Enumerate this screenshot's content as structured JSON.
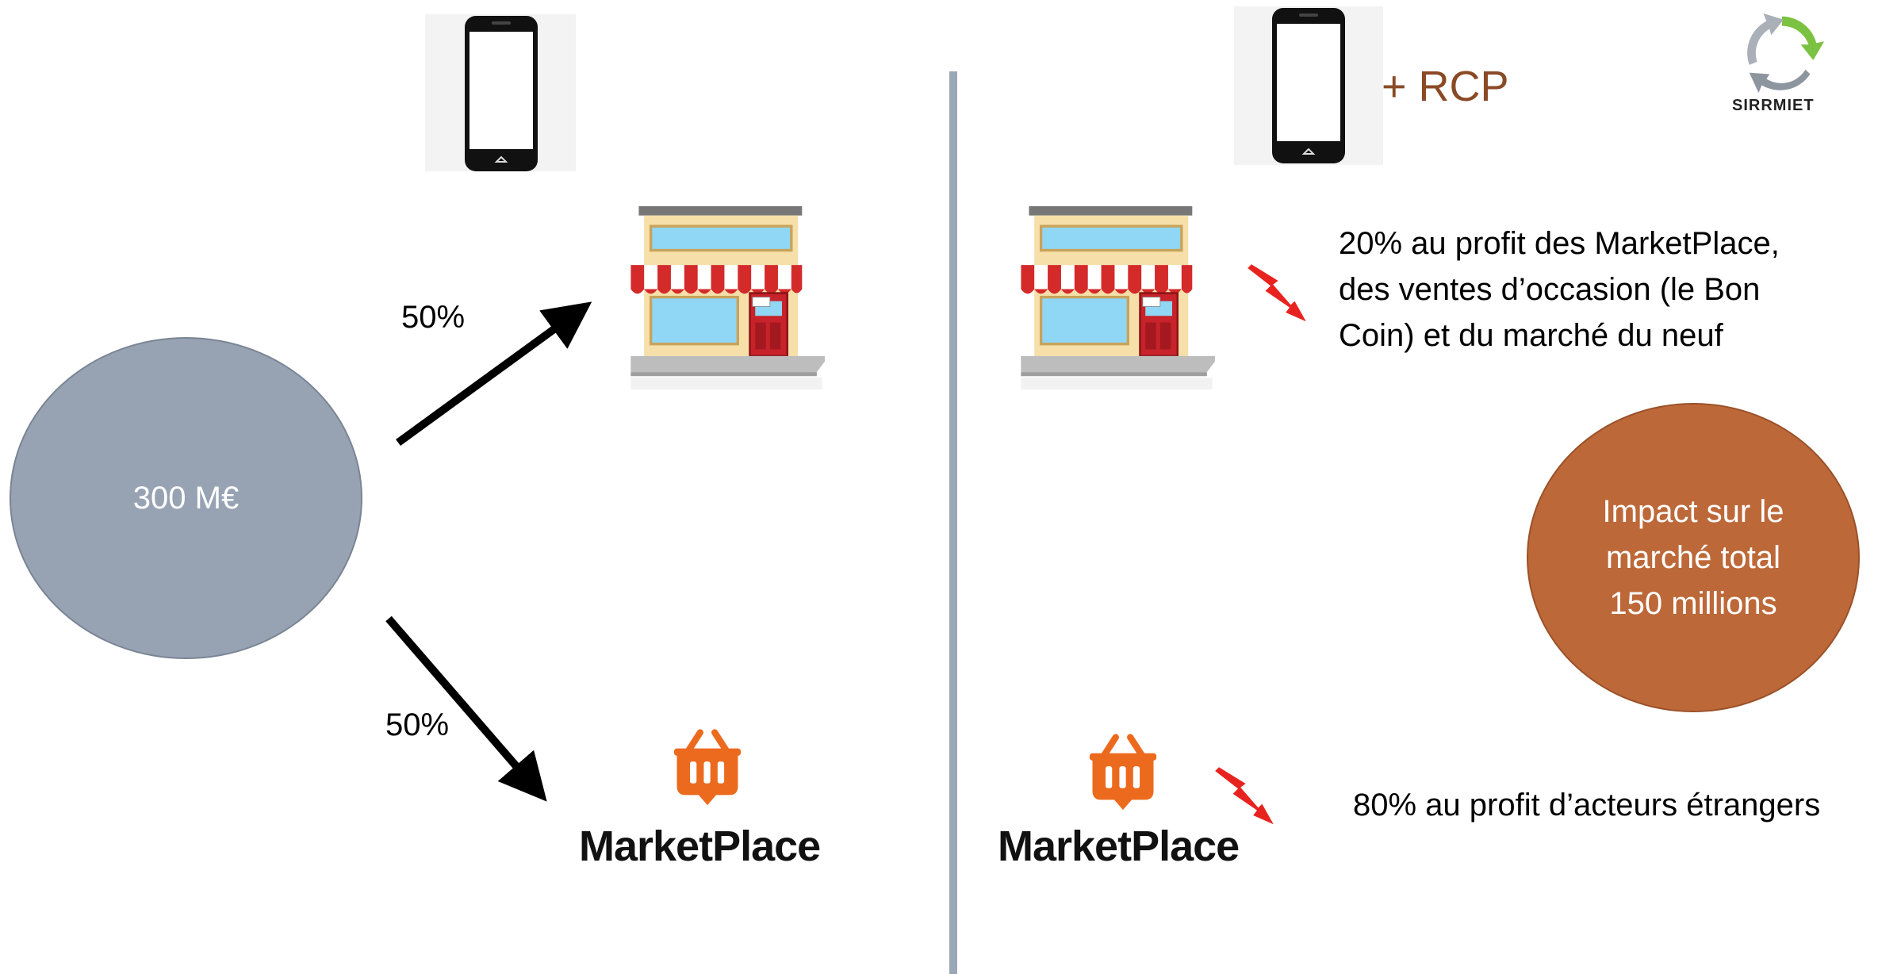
{
  "left": {
    "source_label": "300 M€",
    "upper_pct": "50%",
    "lower_pct": "50%",
    "marketplace_label": "MarketPlace"
  },
  "right": {
    "phone_suffix": "+ RCP",
    "store_note": [
      "20% au profit des MarketPlace,",
      "des ventes d’occasion (le Bon",
      "Coin) et du marché du neuf"
    ],
    "impact": [
      "Impact sur le",
      "marché total",
      "150 millions"
    ],
    "marketplace_label": "MarketPlace",
    "marketplace_note": "80% au profit d’acteurs étrangers"
  },
  "logo": {
    "label": "SIRRMIET"
  },
  "colors": {
    "source_circle": "#97a3b3",
    "impact_circle": "#bd6839",
    "rcp_text": "#8a4a25",
    "marketplace_orange": "#ec6a1e",
    "decline_arrow": "#e8231f",
    "divider": "#9aa7b5"
  },
  "icons": [
    "smartphone-icon",
    "storefront-icon",
    "shopping-basket-icon",
    "decline-arrow-icon",
    "recycle-logo-icon"
  ]
}
